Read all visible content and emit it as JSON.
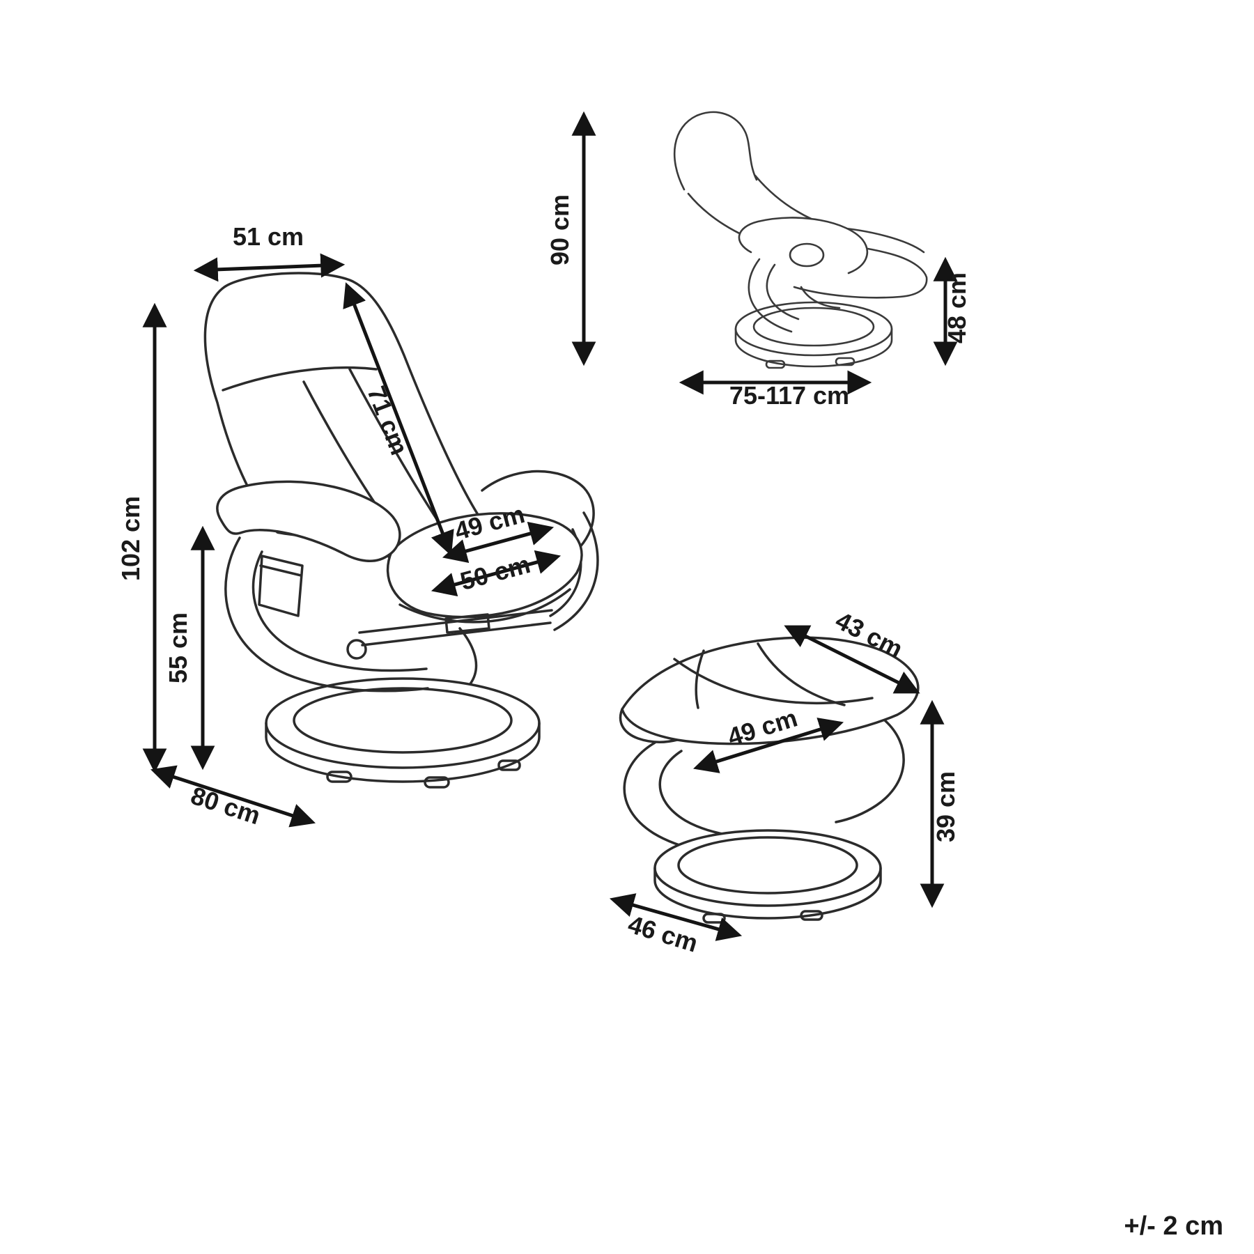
{
  "diagram": {
    "tolerance": "+/- 2 cm",
    "main_chair": {
      "headrest_width": "51 cm",
      "backrest_length": "71 cm",
      "seat_width": "49 cm",
      "seat_depth": "50 cm",
      "total_height": "102 cm",
      "armrest_height": "55 cm",
      "total_depth": "80 cm"
    },
    "reclined_chair": {
      "total_height": "90 cm",
      "seat_height": "48 cm",
      "reclined_depth": "75-117 cm"
    },
    "footstool": {
      "top_depth": "43 cm",
      "top_width": "49 cm",
      "height": "39 cm",
      "base_depth": "46 cm"
    }
  }
}
